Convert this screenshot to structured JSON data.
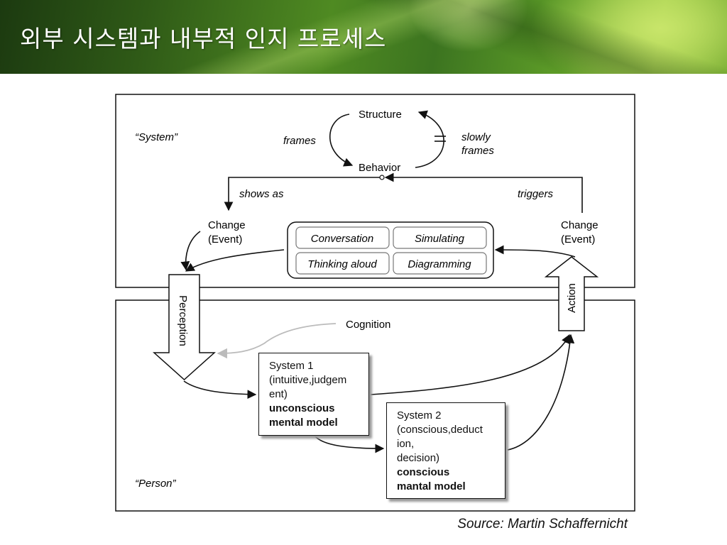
{
  "header": {
    "title": "외부 시스템과 내부적 인지 프로세스"
  },
  "diagram": {
    "system_label": "“System”",
    "person_label": "“Person”",
    "structure": "Structure",
    "behavior": "Behavior",
    "frames": "frames",
    "slowly_frames_1": "slowly",
    "slowly_frames_2": "frames",
    "shows_as": "shows as",
    "triggers": "triggers",
    "change_left_1": "Change",
    "change_left_2": "(Event)",
    "change_right_1": "Change",
    "change_right_2": "(Event)",
    "methods": [
      "Conversation",
      "Simulating",
      "Thinking aloud",
      "Diagramming"
    ],
    "perception": "Perception",
    "action": "Action",
    "cognition": "Cognition",
    "system1": {
      "title": "System 1",
      "desc_1": "(intuitive,judgem",
      "desc_2": "ent)",
      "bold_1": "unconscious",
      "bold_2": "mental model"
    },
    "system2": {
      "title": "System 2",
      "desc_1": "(conscious,deduct",
      "desc_2": "ion,",
      "desc_3": "decision)",
      "bold_1": "conscious",
      "bold_2": "mantal model"
    }
  },
  "source": "Source: Martin Schaffernicht"
}
